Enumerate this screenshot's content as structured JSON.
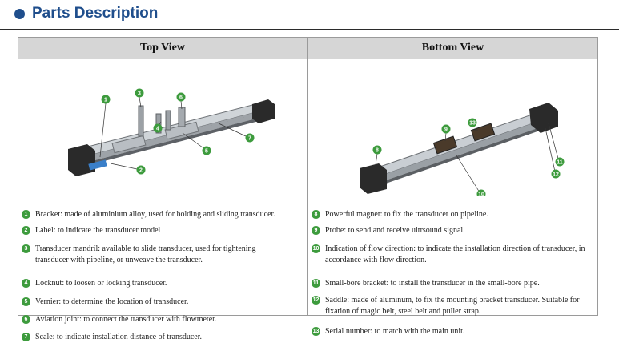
{
  "title": "Parts Description",
  "top_view": {
    "heading": "Top View",
    "callouts": [
      "1",
      "2",
      "3",
      "4",
      "5",
      "6",
      "7"
    ],
    "items": [
      {
        "num": "1",
        "text": "Bracket: made of aluminium alloy, used for holding and sliding transducer."
      },
      {
        "num": "2",
        "text": "Label: to indicate the transducer model"
      },
      {
        "num": "3",
        "text": "Transducer mandril: available to slide transducer, used for tightening transducer with pipeline, or unweave the transducer."
      },
      {
        "num": "4",
        "text": "Locknut: to loosen or locking transducer."
      },
      {
        "num": "5",
        "text": "Vernier: to determine the location of transducer."
      },
      {
        "num": "6",
        "text": "Aviation joint: to connect the transducer with flowmeter."
      },
      {
        "num": "7",
        "text": "Scale: to indicate installation distance of transducer."
      }
    ]
  },
  "bottom_view": {
    "heading": "Bottom View",
    "callouts": [
      "8",
      "9",
      "10",
      "11",
      "12",
      "13"
    ],
    "items": [
      {
        "num": "8",
        "text": "Powerful magnet: to fix the transducer on pipeline."
      },
      {
        "num": "9",
        "text": "Probe: to send and receive ultrsound signal."
      },
      {
        "num": "10",
        "text": "Indication of flow direction: to indicate the installation direction of transducer, in accordance with flow direction."
      },
      {
        "num": "11",
        "text": "Small-bore bracket: to install the transducer in the small-bore pipe."
      },
      {
        "num": "12",
        "text": "Saddle: made of aluminum, to fix the mounting bracket transducer. Suitable for fixation of magic belt, steel belt and puller strap."
      },
      {
        "num": "13",
        "text": "Serial number: to match with the main unit."
      }
    ]
  },
  "colors": {
    "heading_blue": "#1f4e8c",
    "badge_green": "#3d9b3d",
    "header_gray": "#d6d6d6"
  }
}
